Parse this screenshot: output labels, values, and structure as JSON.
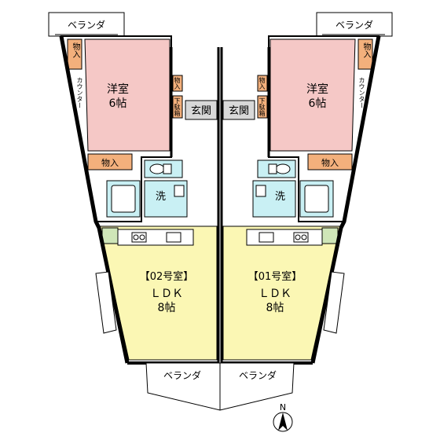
{
  "units": {
    "left": {
      "unit_label": "【02号室】",
      "ldk_label": "ＬＤＫ",
      "ldk_size": "8帖",
      "western_label": "洋室",
      "western_size": "6帖",
      "storage_top": "物入",
      "storage_mid": "物入",
      "storage_bottom": "物入",
      "counter": "カウンター",
      "shoebox": "下駄箱",
      "entrance": "玄関",
      "wash": "洗",
      "balcony_top": "ベランダ",
      "balcony_bottom": "ベランダ"
    },
    "right": {
      "unit_label": "【01号室】",
      "ldk_label": "ＬＤＫ",
      "ldk_size": "8帖",
      "western_label": "洋室",
      "western_size": "6帖",
      "storage_top": "物入",
      "storage_mid": "物入",
      "storage_bottom": "物入",
      "counter": "カウンター",
      "shoebox": "下駄箱",
      "entrance": "玄関",
      "wash": "洗",
      "balcony_top": "ベランダ",
      "balcony_bottom": "ベランダ"
    }
  },
  "compass": {
    "north": "N"
  },
  "colors": {
    "western_room": "#f5c8c6",
    "ldk": "#fbf7b4",
    "storage": "#f3b07c",
    "wet_area": "#c9f0f4",
    "corridor": "#ffffff",
    "wall": "#000000",
    "entrance": "#d8d8d8"
  }
}
